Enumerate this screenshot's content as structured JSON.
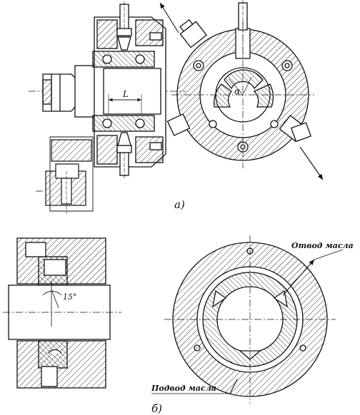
{
  "figure": {
    "panel_a_label": "а)",
    "panel_b_label": "б)",
    "dimension_L": "L",
    "angle_alpha": "α",
    "angle_15": "15°",
    "oil_outlet": "Отвод масла",
    "oil_inlet": "Подвод масла"
  },
  "colors": {
    "ink": "#111111",
    "paper": "#ffffff"
  }
}
